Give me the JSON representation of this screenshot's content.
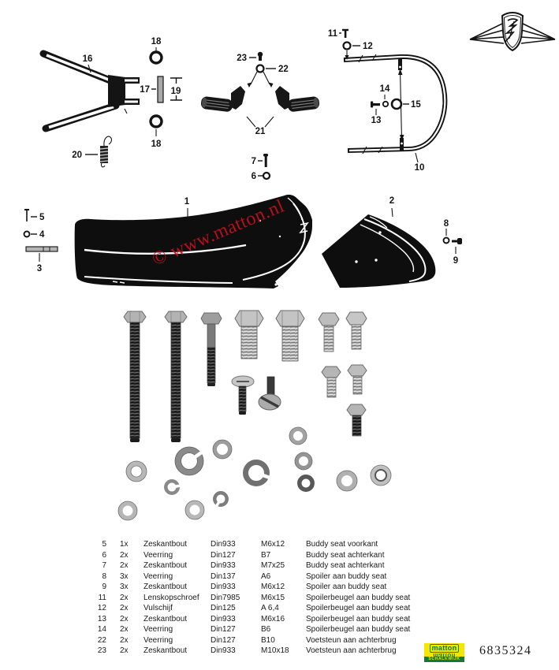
{
  "watermark": {
    "text": "© www.matton.nl",
    "color": "#c5101c"
  },
  "callouts": {
    "c1": "1",
    "c2": "2",
    "c3": "3",
    "c4": "4",
    "c5": "5",
    "c6": "6",
    "c7": "7",
    "c8": "8",
    "c9": "9",
    "c10": "10",
    "c11": "11",
    "c12": "12",
    "c13": "13",
    "c14": "14",
    "c15": "15",
    "c16": "16",
    "c17": "17",
    "c18": "18",
    "c19": "19",
    "c20": "20",
    "c21": "21",
    "c22": "22",
    "c23": "23"
  },
  "table": {
    "rows": [
      [
        "5",
        "1x",
        "Zeskantbout",
        "Din933",
        "M6x12",
        "Buddy seat voorkant"
      ],
      [
        "6",
        "2x",
        "Veerring",
        "Din127",
        "B7",
        "Buddy seat achterkant"
      ],
      [
        "7",
        "2x",
        "Zeskantbout",
        "Din933",
        "M7x25",
        "Buddy seat achterkant"
      ],
      [
        "8",
        "3x",
        "Veerring",
        "Din137",
        "A6",
        "Spoiler aan buddy seat"
      ],
      [
        "9",
        "3x",
        "Zeskantbout",
        "Din933",
        "M6x12",
        "Spoiler aan buddy seat"
      ],
      [
        "11",
        "2x",
        "Lenskopschroef",
        "Din7985",
        "M6x15",
        "Spoilerbeugel aan buddy seat"
      ],
      [
        "12",
        "2x",
        "Vulschijf",
        "Din125",
        "A 6,4",
        "Spoilerbeugel aan buddy seat"
      ],
      [
        "13",
        "2x",
        "Zeskantbout",
        "Din933",
        "M6x16",
        "Spoilerbeugel aan buddy seat"
      ],
      [
        "14",
        "2x",
        "Veerring",
        "Din127",
        "B6",
        "Spoilerbeugel aan buddy seat"
      ],
      [
        "22",
        "2x",
        "Veerring",
        "Din127",
        "B10",
        "Voetsteun aan achterbrug"
      ],
      [
        "23",
        "2x",
        "Zeskantbout",
        "Din933",
        "M10x18",
        "Voetsteun aan achterbrug"
      ]
    ]
  },
  "footer": {
    "logo_text": "matton",
    "logo_sub": "SCHALKWIJK",
    "part_number": "6835324",
    "logo_yellow": "#f3e600",
    "logo_green": "#127a35"
  }
}
